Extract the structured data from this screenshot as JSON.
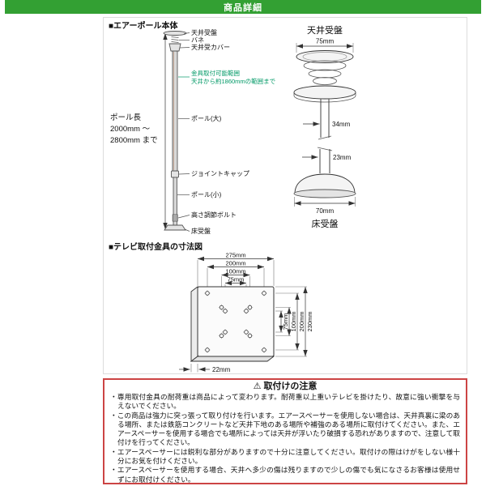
{
  "colors": {
    "header-green": "#33a033",
    "accent-teal": "#009966",
    "note-red": "#cc4444"
  },
  "header": {
    "title": "商品詳細"
  },
  "pole_section": {
    "title": "■エアーポール本体",
    "pole_length": [
      "ポール長",
      "2000mm ～",
      "2800mm まで"
    ],
    "labels": {
      "ceiling_plate": "天井受盤",
      "spring": "バネ",
      "ceiling_cover": "天井受カバー",
      "bracket_range_line1": "金具取付可能範囲",
      "bracket_range_line2": "天井から約1860mmの範囲まで",
      "pole_large": "ポール(大)",
      "joint_cap": "ジョイントキャップ",
      "pole_small": "ポール(小)",
      "height_bolt": "高さ調節ボルト",
      "floor_plate": "床受盤"
    },
    "ceiling_detail": {
      "title": "天井受盤",
      "dim_width": "75mm",
      "dim_pole": "34mm"
    },
    "floor_detail": {
      "title": "床受盤",
      "dim_pole": "23mm",
      "dim_width": "70mm"
    }
  },
  "bracket_section": {
    "title": "■テレビ取付金具の寸法図",
    "dims_top": [
      "275mm",
      "200mm",
      "100mm",
      "75mm"
    ],
    "dims_right": [
      "75mm",
      "100mm",
      "200mm",
      "230mm"
    ],
    "dim_depth": "22mm"
  },
  "notes": {
    "icon": "⚠",
    "title": "取付けの注意",
    "items": [
      "・専用取付金具の耐荷重は商品によって変わります。耐荷重以上重いテレビを掛けたり、故意に強い衝撃を与えないでください。",
      "・この商品は強力に突っ張って取り付けを行います。エアースペーサーを使用しない場合は、天井真裏に梁のある場所、または鉄筋コンクリートなど天井下地のある場所や補強のある場所に取付けてください。また、エアースペーサーを使用する場合でも場所によっては天井が浮いたり破損する恐れがありますので、注意して取付けを行ってください。",
      "・エアースペーサーには鋭利な部分がありますので十分に注意してください。取付けの際はけがをしない様十分にお気を付けください。",
      "・エアースペーサーを使用する場合、天井へ多少の傷は残りますので少しの傷でも気になさるお客様は使用せずにお取付けください。"
    ]
  }
}
